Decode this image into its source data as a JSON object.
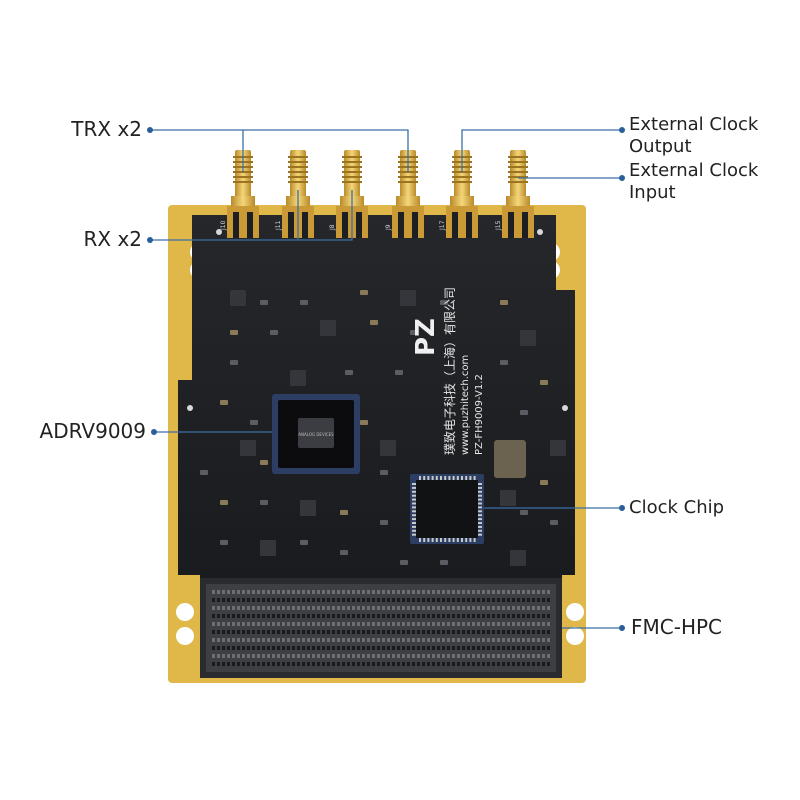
{
  "labels": {
    "trx": "TRX x2",
    "rx": "RX x2",
    "adrv": "ADRV9009",
    "ext_clk_out_1": "External Clock",
    "ext_clk_out_2": "Output",
    "ext_clk_in_1": "External Clock",
    "ext_clk_in_2": "Input",
    "clock_chip": "Clock Chip",
    "fmc": "FMC-HPC"
  },
  "board": {
    "silkscreen_url": "www.puzhitech.com",
    "silkscreen_model": "PZ-FH9009-V1.2",
    "silkscreen_company": "璞致电子科技（上海）有限公司",
    "logo": "PZ",
    "chip_text": "ANALOG DEVICES",
    "connector_refs": [
      "J10",
      "J11",
      "J8",
      "J9",
      "J17",
      "J15"
    ]
  },
  "colors": {
    "pcb": "#1d1f22",
    "gold": "#e0b84a",
    "callout_line": "#3a6fa8",
    "callout_dot": "#2b5e9a"
  }
}
